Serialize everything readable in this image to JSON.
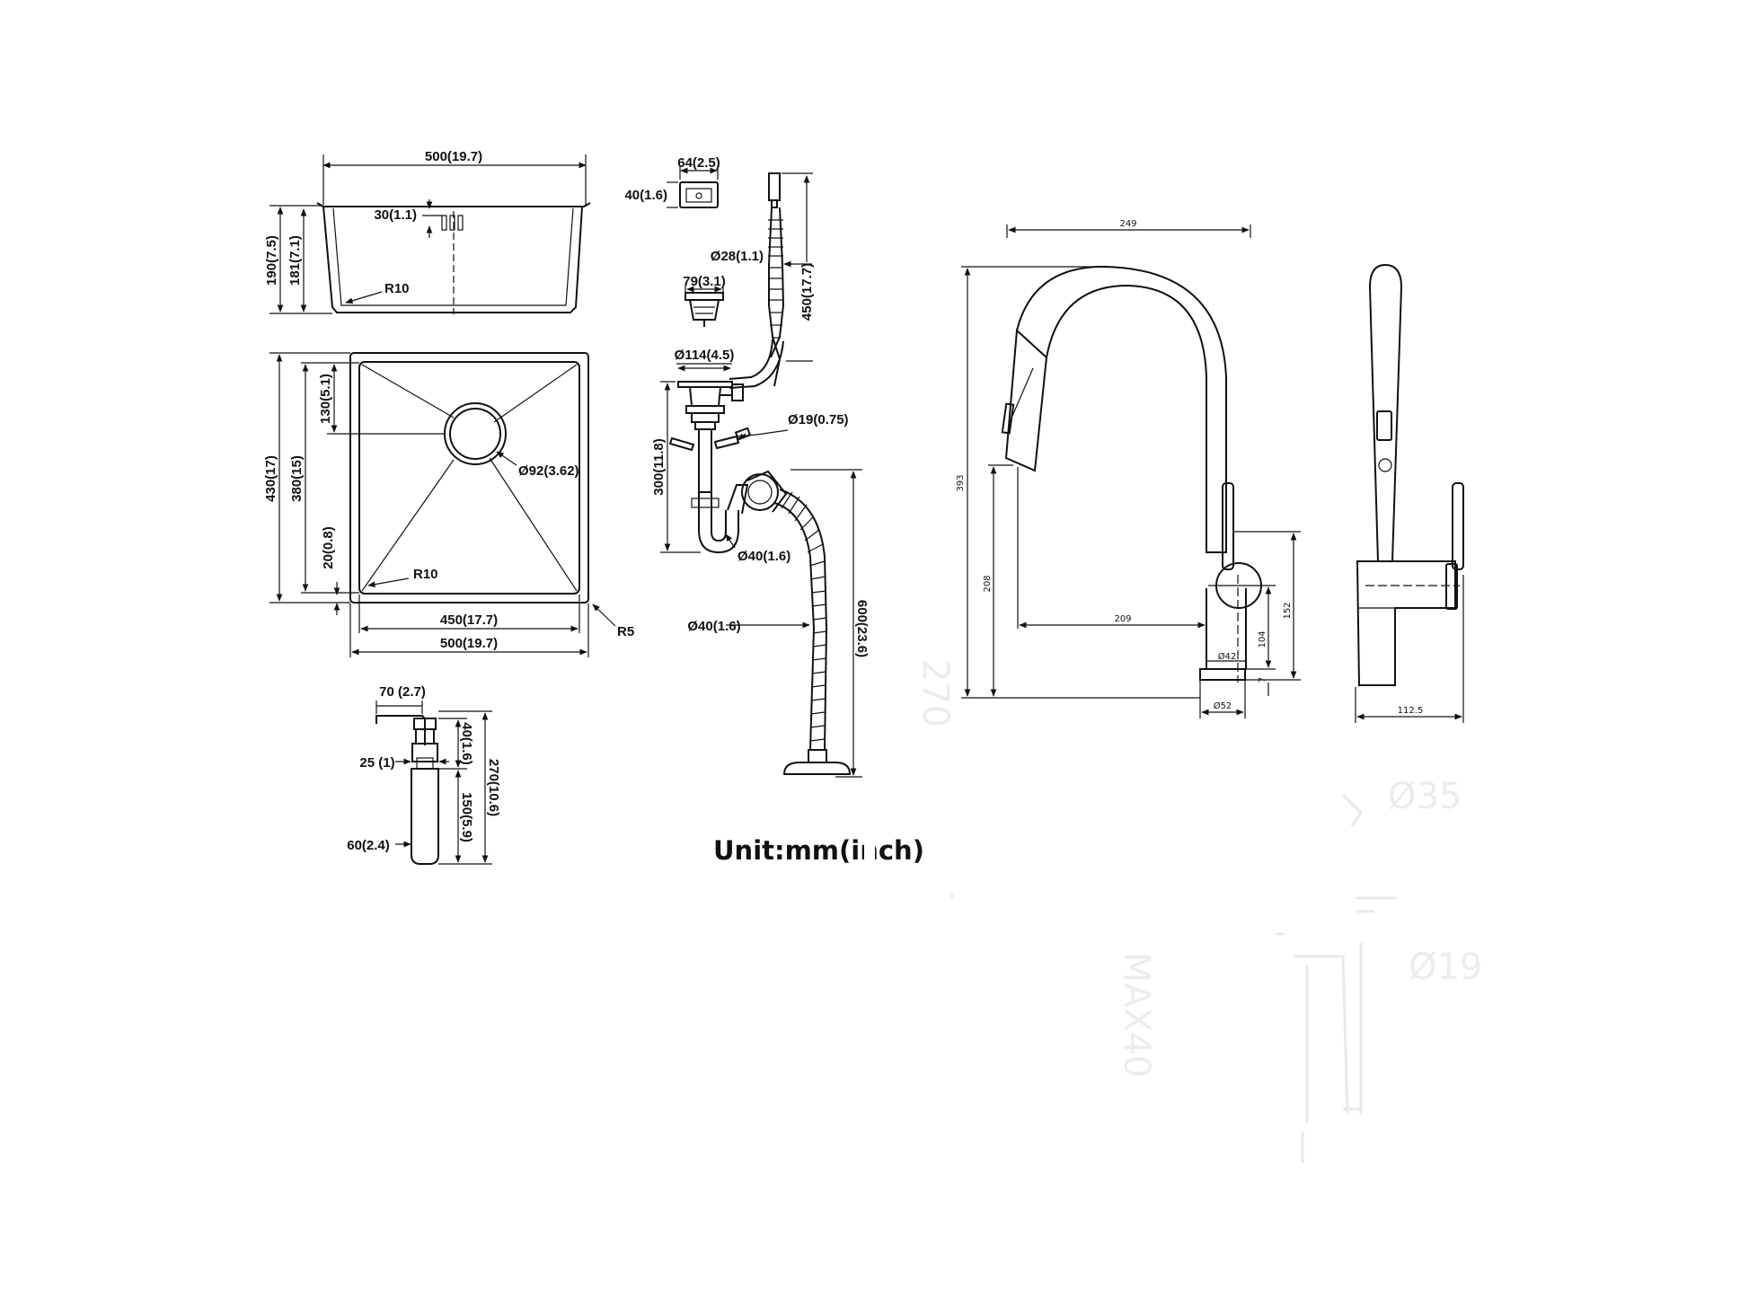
{
  "sink": {
    "top_width": "500(19.7)",
    "drain_offset": "30(1.1)",
    "outer_height": "190(7.5)",
    "inner_height": "181(7.1)",
    "corner_radius_side": "R10",
    "outer_depth": "430(17)",
    "inner_depth": "380(15)",
    "drain_center_offset": "130(5.1)",
    "rim": "20(0.8)",
    "drain_diameter": "Ø92(3.62)",
    "corner_radius_plan": "R10",
    "inner_width": "450(17.7)",
    "outer_width": "500(19.7)",
    "edge_radius": "R5"
  },
  "overflow": {
    "width": "64(2.5)",
    "height": "40(1.6)"
  },
  "hose": {
    "diameter": "Ø28(1.1)",
    "length": "450(17.7)"
  },
  "strainer": {
    "size": "79(3.1)",
    "flange": "Ø114(4.5)"
  },
  "pipe": {
    "side_outlet": "Ø19(0.75)",
    "trap_height": "300(11.8)",
    "trap_diameter": "Ø40(1.6)",
    "drain_hose_diameter": "Ø40(1.6)",
    "drain_hose_length": "600(23.6)"
  },
  "dispenser": {
    "spout": "70 (2.7)",
    "neck": "25 (1)",
    "head_height": "40(1.6)",
    "total_height": "270(10.6)",
    "body_height": "150(5.9)",
    "body_diameter": "60(2.4)"
  },
  "unit_label": "Unit:mm(inch)",
  "faucet": {
    "reach": "249",
    "total_height": "393",
    "spout_height": "208",
    "spout_reach": "209",
    "lever_height": "152",
    "body_height": "104",
    "base_height": "7",
    "body_diameter": "Ø42",
    "base_diameter": "Ø52",
    "side_depth": "112.5"
  },
  "ghost_text": {
    "height": "270",
    "diameter_top": "Ø35",
    "max": "MAX40",
    "diameter_bottom": "Ø19"
  }
}
